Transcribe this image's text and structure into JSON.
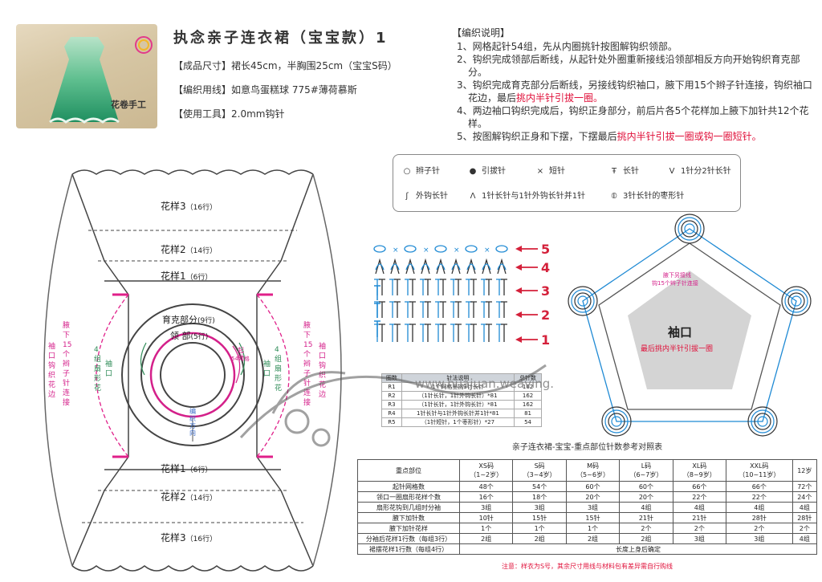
{
  "header": {
    "brand_label": "花卷手工",
    "title": "执念亲子连衣裙（宝宝款）1",
    "size_label": "【成品尺寸】裙长45cm，半胸围25cm（宝宝S码）",
    "yarn_label": "【编织用线】如意鸟蛋糕球 775#薄荷慕斯",
    "tool_label": "【使用工具】2.0mm钩针"
  },
  "notes": {
    "heading": "【编织说明】",
    "items": [
      {
        "num": "1、",
        "text": "网格起针54组，先从内圈挑针按图解钩织领部。"
      },
      {
        "num": "2、",
        "text": "钩织完成领部后断线，从起针处外圈重新接线沿领部相反方向开始钩织育克部分。"
      },
      {
        "num": "3、",
        "text": "钩织完成育克部分后断线，另接线钩织袖口，腋下用15个辫子针连接，钩织袖口花边，最后",
        "red": "挑内半针引拔一圈。"
      },
      {
        "num": "4、",
        "text": "两边袖口钩织完成后，钩织正身部分，前后片各5个花样加上腋下加针共12个花样。"
      },
      {
        "num": "5、",
        "text": "按图解钩织正身和下摆，下摆最后",
        "red": "挑内半针引拔一圈或钩一圈短针。"
      }
    ]
  },
  "legend": [
    {
      "icon": "chain-stitch-icon",
      "glyph": "○",
      "label": "辫子针"
    },
    {
      "icon": "slip-stitch-icon",
      "glyph": "●",
      "label": "引拔针"
    },
    {
      "icon": "single-crochet-icon",
      "glyph": "×",
      "label": "短针"
    },
    {
      "icon": "double-crochet-icon",
      "glyph": "Ŧ",
      "label": "长针"
    },
    {
      "icon": "two-dc-increase-icon",
      "glyph": "V",
      "label": "1针分2针长针"
    },
    {
      "icon": "front-post-dc-icon",
      "glyph": "ʃ",
      "label": "外钩长针"
    },
    {
      "icon": "dc-fpdc-decrease-icon",
      "glyph": "Λ",
      "label": "1针长针与1针外钩长针并1针"
    },
    {
      "icon": "three-dc-puff-icon",
      "glyph": "⦶",
      "label": "3针长针的枣形针"
    }
  ],
  "schematic": {
    "top_bands": [
      {
        "name": "花样3",
        "rows": "（16行）"
      },
      {
        "name": "花样2",
        "rows": "（14行）"
      },
      {
        "name": "花样1",
        "rows": "（6行）"
      }
    ],
    "bottom_bands": [
      {
        "name": "花样1",
        "rows": "（6行）"
      },
      {
        "name": "花样2",
        "rows": "（14行）"
      },
      {
        "name": "花样3",
        "rows": "（16行）"
      }
    ],
    "yoke_label": "育克部分",
    "yoke_rows": "(9行)",
    "collar_label": "领 部",
    "collar_rows": "(5行)",
    "start_label": "起针",
    "start_count": "54网格",
    "direction_label": "编织方向",
    "sleeve_label": "袖口",
    "fan_label": "4组扇形花",
    "underarm_label": "腋下15个辫子针连接",
    "cuff_label": "袖口钩织花边"
  },
  "rounds": [
    "5",
    "4",
    "3",
    "2",
    "1"
  ],
  "stitch_table": {
    "headers": [
      "圈数",
      "针法说明",
      "总针数"
    ],
    "rows": [
      [
        "R1",
        "1个网格里挑3针长针",
        "162"
      ],
      [
        "R2",
        "（1针长针，1针外钩长针）*81",
        "162"
      ],
      [
        "R3",
        "（1针长针，1针外钩长针）*81",
        "162"
      ],
      [
        "R4",
        "1针长针与1针外钩长针并1针*81",
        "81"
      ],
      [
        "R5",
        "（1针短针，1个枣形针）*27",
        "54"
      ]
    ]
  },
  "sleeve_chart": {
    "title": "袖口",
    "note": "最后挑内半针引拔一圈",
    "underarm_note_1": "腋下另接线",
    "underarm_note_2": "钩15个辫子针连接"
  },
  "watermark": "www.huajuan.weaving.",
  "size_table": {
    "title": "亲子连衣裙-宝宝-重点部位针数参考对照表",
    "corner": "重点部位",
    "columns": [
      {
        "size": "XS码",
        "age": "（1~2岁）"
      },
      {
        "size": "S码",
        "age": "（3~4岁）"
      },
      {
        "size": "M码",
        "age": "（5~6岁）"
      },
      {
        "size": "L码",
        "age": "（6~7岁）"
      },
      {
        "size": "XL码",
        "age": "（8~9岁）"
      },
      {
        "size": "XXL码",
        "age": "（10~11岁）"
      },
      {
        "size": "12岁",
        "age": ""
      }
    ],
    "rows": [
      {
        "label": "起针网格数",
        "values": [
          "48个",
          "54个",
          "60个",
          "60个",
          "66个",
          "66个",
          "72个"
        ]
      },
      {
        "label": "领口一圈扇形花样个数",
        "values": [
          "16个",
          "18个",
          "20个",
          "20个",
          "22个",
          "22个",
          "24个"
        ]
      },
      {
        "label": "扇形花钩到几组时分袖",
        "values": [
          "3组",
          "3组",
          "3组",
          "4组",
          "4组",
          "4组",
          "4组"
        ]
      },
      {
        "label": "腋下加针数",
        "values": [
          "10针",
          "15针",
          "15针",
          "21针",
          "21针",
          "28针",
          "28针"
        ]
      },
      {
        "label": "腋下加针花样",
        "values": [
          "1个",
          "1个",
          "1个",
          "2个",
          "2个",
          "2个",
          "2个"
        ]
      },
      {
        "label": "分袖后花样1行数（每组3行）",
        "values": [
          "2组",
          "2组",
          "2组",
          "2组",
          "3组",
          "3组",
          "4组"
        ]
      }
    ],
    "last_row_label": "裙摆花样1行数（每组4行）",
    "last_row_value": "长度上身后确定",
    "note": "注意：样衣为S号，其余尺寸用线与材料包有差异需自行购线"
  }
}
